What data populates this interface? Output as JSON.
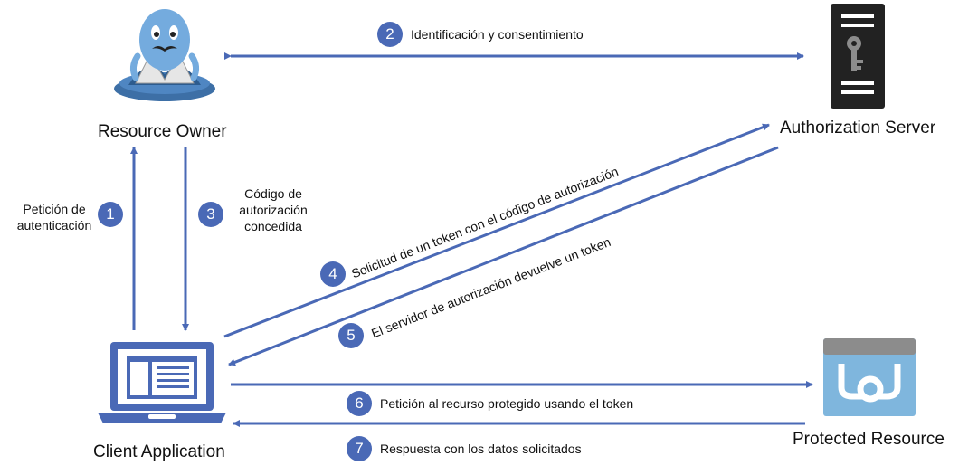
{
  "nodes": {
    "resource_owner": "Resource Owner",
    "authorization_server": "Authorization Server",
    "client_application": "Client Application",
    "protected_resource": "Protected Resource"
  },
  "steps": [
    {
      "num": "1",
      "label_lines": [
        "Petición de",
        "autenticación"
      ]
    },
    {
      "num": "2",
      "label": "Identificación y consentimiento"
    },
    {
      "num": "3",
      "label_lines": [
        "Código de",
        "autorización",
        "concedida"
      ]
    },
    {
      "num": "4",
      "label": "Solicitud de un token con el código de autorización"
    },
    {
      "num": "5",
      "label": "El servidor de autorización devuelve un token"
    },
    {
      "num": "6",
      "label": "Petición al recurso protegido usando el token"
    },
    {
      "num": "7",
      "label": "Respuesta con los datos solicitados"
    }
  ],
  "icons": {
    "resource_owner": "octopus-mascot-icon",
    "authorization_server": "server-key-icon",
    "client_application": "laptop-icon",
    "protected_resource": "protected-resource-icon"
  },
  "colors": {
    "arrow": "#4a69b6",
    "badge": "#4a69b6",
    "resource_icon": "#7fb6dd",
    "server": "#222222"
  }
}
